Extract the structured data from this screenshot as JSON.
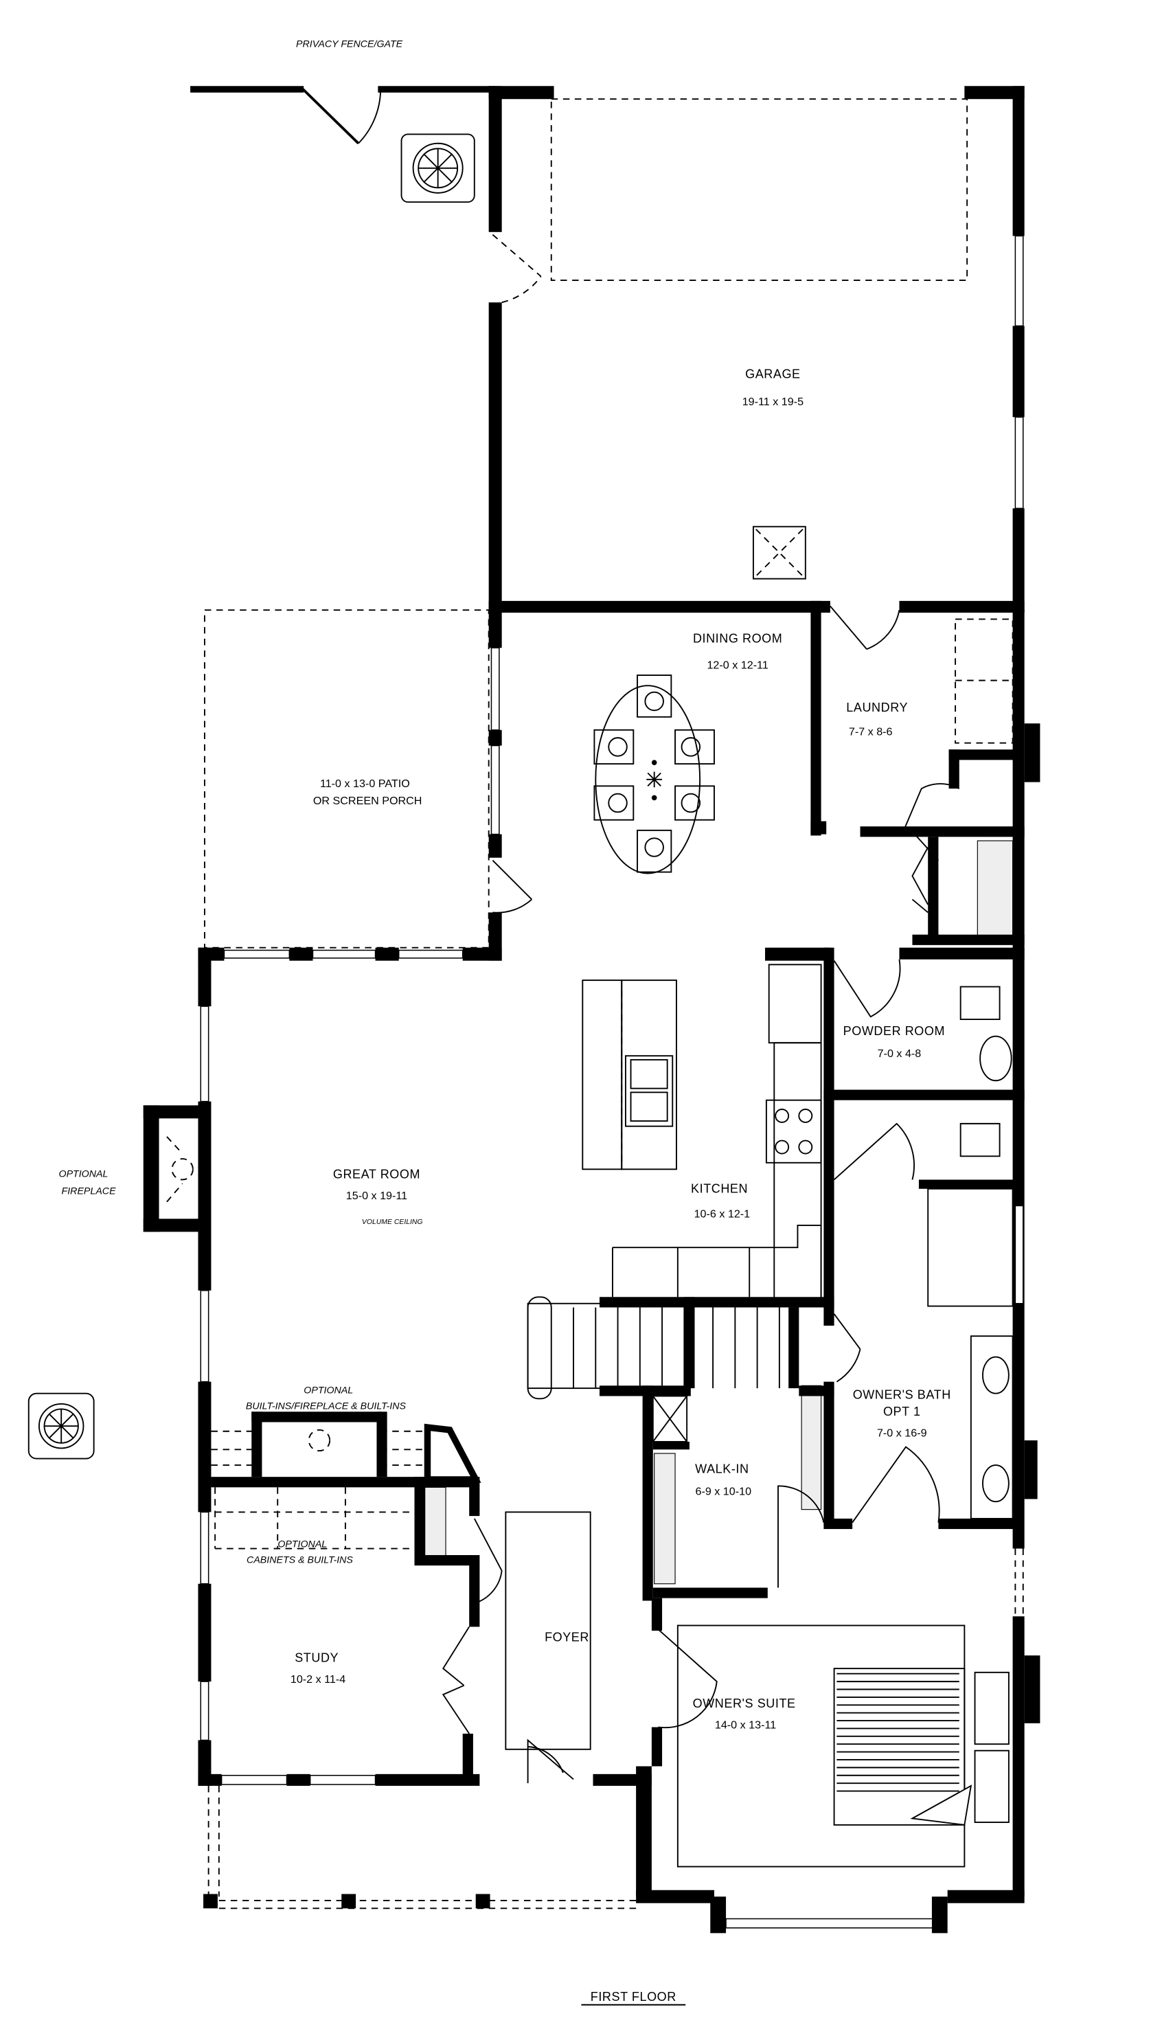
{
  "title": "FIRST FLOOR",
  "notes": {
    "fence": "PRIVACY FENCE/GATE",
    "fireplace_line1": "OPTIONAL",
    "fireplace_line2": "FIREPLACE",
    "builtins_line1": "OPTIONAL",
    "builtins_line2": "BUILT-INS/FIREPLACE & BUILT-INS",
    "cabinets_line1": "OPTIONAL",
    "cabinets_line2": "CABINETS & BUILT-INS",
    "volume_ceiling": "VOLUME CEILING"
  },
  "rooms": {
    "garage": {
      "name": "GARAGE",
      "dims": "19-11 x 19-5"
    },
    "dining": {
      "name": "DINING ROOM",
      "dims": "12-0 x 12-11"
    },
    "laundry": {
      "name": "LAUNDRY",
      "dims": "7-7 x 8-6"
    },
    "patio": {
      "line1": "11-0 x 13-0 PATIO",
      "line2": "OR SCREEN PORCH"
    },
    "powder": {
      "name": "POWDER ROOM",
      "dims": "7-0 x 4-8"
    },
    "great": {
      "name": "GREAT ROOM",
      "dims": "15-0 x 19-11"
    },
    "kitchen": {
      "name": "KITCHEN",
      "dims": "10-6 x 12-1"
    },
    "study": {
      "name": "STUDY",
      "dims": "10-2 x 11-4"
    },
    "foyer": {
      "name": "FOYER"
    },
    "walkin": {
      "name": "WALK-IN",
      "dims": "6-9 x 10-10"
    },
    "bath": {
      "name": "OWNER'S BATH",
      "sub": "OPT 1",
      "dims": "7-0 x 16-9"
    },
    "suite": {
      "name": "OWNER'S SUITE",
      "dims": "14-0 x 13-11"
    }
  }
}
